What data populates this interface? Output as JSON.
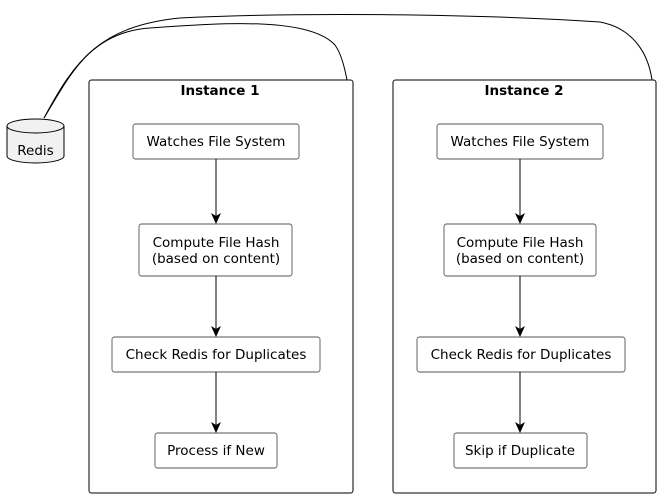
{
  "database": {
    "label": "Redis"
  },
  "instances": [
    {
      "title": "Instance 1",
      "steps": [
        {
          "lines": [
            "Watches File System"
          ]
        },
        {
          "lines": [
            "Compute File Hash",
            "(based on content)"
          ]
        },
        {
          "lines": [
            "Check Redis for Duplicates"
          ]
        },
        {
          "lines": [
            "Process if New"
          ]
        }
      ]
    },
    {
      "title": "Instance 2",
      "steps": [
        {
          "lines": [
            "Watches File System"
          ]
        },
        {
          "lines": [
            "Compute File Hash",
            "(based on content)"
          ]
        },
        {
          "lines": [
            "Check Redis for Duplicates"
          ]
        },
        {
          "lines": [
            "Skip if Duplicate"
          ]
        }
      ]
    }
  ]
}
